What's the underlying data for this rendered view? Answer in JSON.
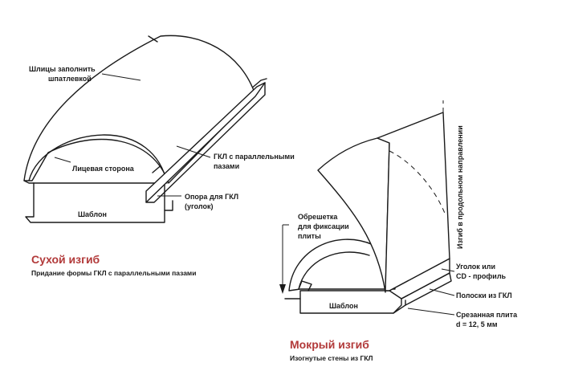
{
  "dry": {
    "title": "Сухой изгиб",
    "subtitle": "Придание формы ГКЛ с параллельными пазами",
    "labels": {
      "slots": [
        "Шлицы заполнить",
        "шпатлевкой"
      ],
      "face": "Лицевая сторона",
      "gkl_grooves": [
        "ГКЛ с параллельными",
        "пазами"
      ],
      "support": [
        "Опора для ГКЛ",
        "(уголок)"
      ],
      "template": "Шаблон"
    }
  },
  "wet": {
    "title": "Мокрый изгиб",
    "subtitle": "Изогнутые стены из ГКЛ",
    "labels": {
      "lathing": [
        "Обрешетка",
        "для фиксации",
        "плиты"
      ],
      "bend_dir": "Изгиб в продольном направлении",
      "angle": [
        "Уголок или",
        "CD - профиль"
      ],
      "strips": "Полоски из ГКЛ",
      "cut_plate": [
        "Срезанная плита",
        "d = 12, 5 мм"
      ],
      "template": "Шаблон"
    }
  }
}
